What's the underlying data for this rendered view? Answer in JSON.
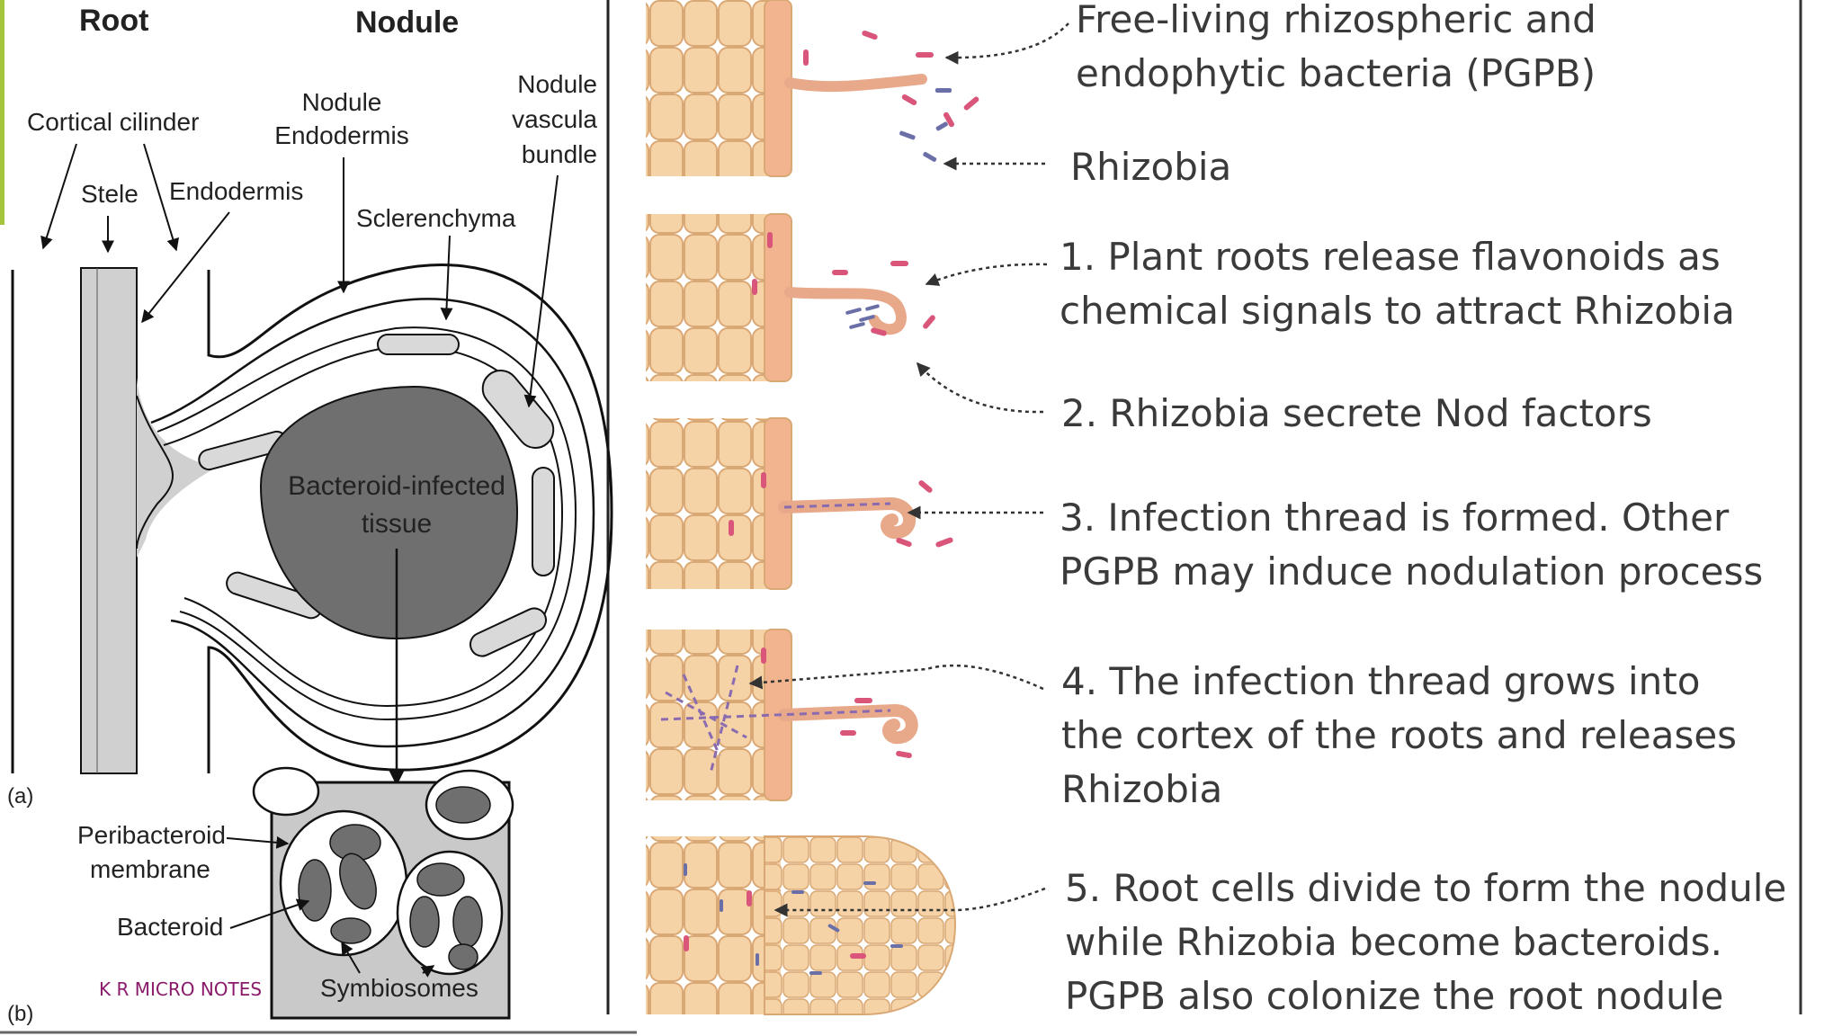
{
  "left_panel": {
    "headers": {
      "root": "Root",
      "nodule": "Nodule"
    },
    "labels": {
      "cortical_cylinder": "Cortical cilinder",
      "stele": "Stele",
      "endodermis": "Endodermis",
      "nodule_endodermis": [
        "Nodule",
        "Endodermis"
      ],
      "nodule_vascular_bundle": [
        "Nodule",
        "vascula",
        "bundle"
      ],
      "sclerenchyma": "Sclerenchyma",
      "bacteroid_tissue": [
        "Bacteroid-infected",
        "tissue"
      ],
      "panel_a": "(a)",
      "panel_b": "(b)",
      "peribacteroid_membrane": [
        "Peribacteroid",
        "membrane"
      ],
      "bacteroid": "Bacteroid",
      "symbiosomes": "Symbiosomes"
    },
    "watermark": "K R MICRO NOTES"
  },
  "right_panel": {
    "top_labels": {
      "pgpb": [
        "Free-living rhizospheric and",
        "endophytic bacteria (PGPB)"
      ],
      "rhizobia": "Rhizobia"
    },
    "steps": [
      {
        "lines": [
          "1. Plant roots release flavonoids as",
          "chemical signals to attract Rhizobia"
        ]
      },
      {
        "lines": [
          "2. Rhizobia secrete Nod factors"
        ]
      },
      {
        "lines": [
          "3. Infection thread is formed. Other",
          "PGPB may induce nodulation process"
        ]
      },
      {
        "lines": [
          "4. The infection thread grows into",
          "the cortex of the roots and releases",
          "Rhizobia"
        ]
      },
      {
        "lines": [
          "5. Root cells divide to form the nodule",
          "while Rhizobia become bacteroids.",
          "PGPB also colonize the root nodule"
        ]
      }
    ]
  },
  "colors": {
    "cell_fill": "#f6d3a6",
    "cell_stroke": "#d9a874",
    "epidermis_fill": "#f1b48f",
    "root_hair": "#e8a88a",
    "pgpb_bacteria": "#d9557a",
    "rhizobia_bacteria": "#6b6fa8",
    "tissue_dark": "#6f6f6f",
    "stele_grey": "#d0d0d0",
    "accent_bar": "#a4c43c"
  }
}
